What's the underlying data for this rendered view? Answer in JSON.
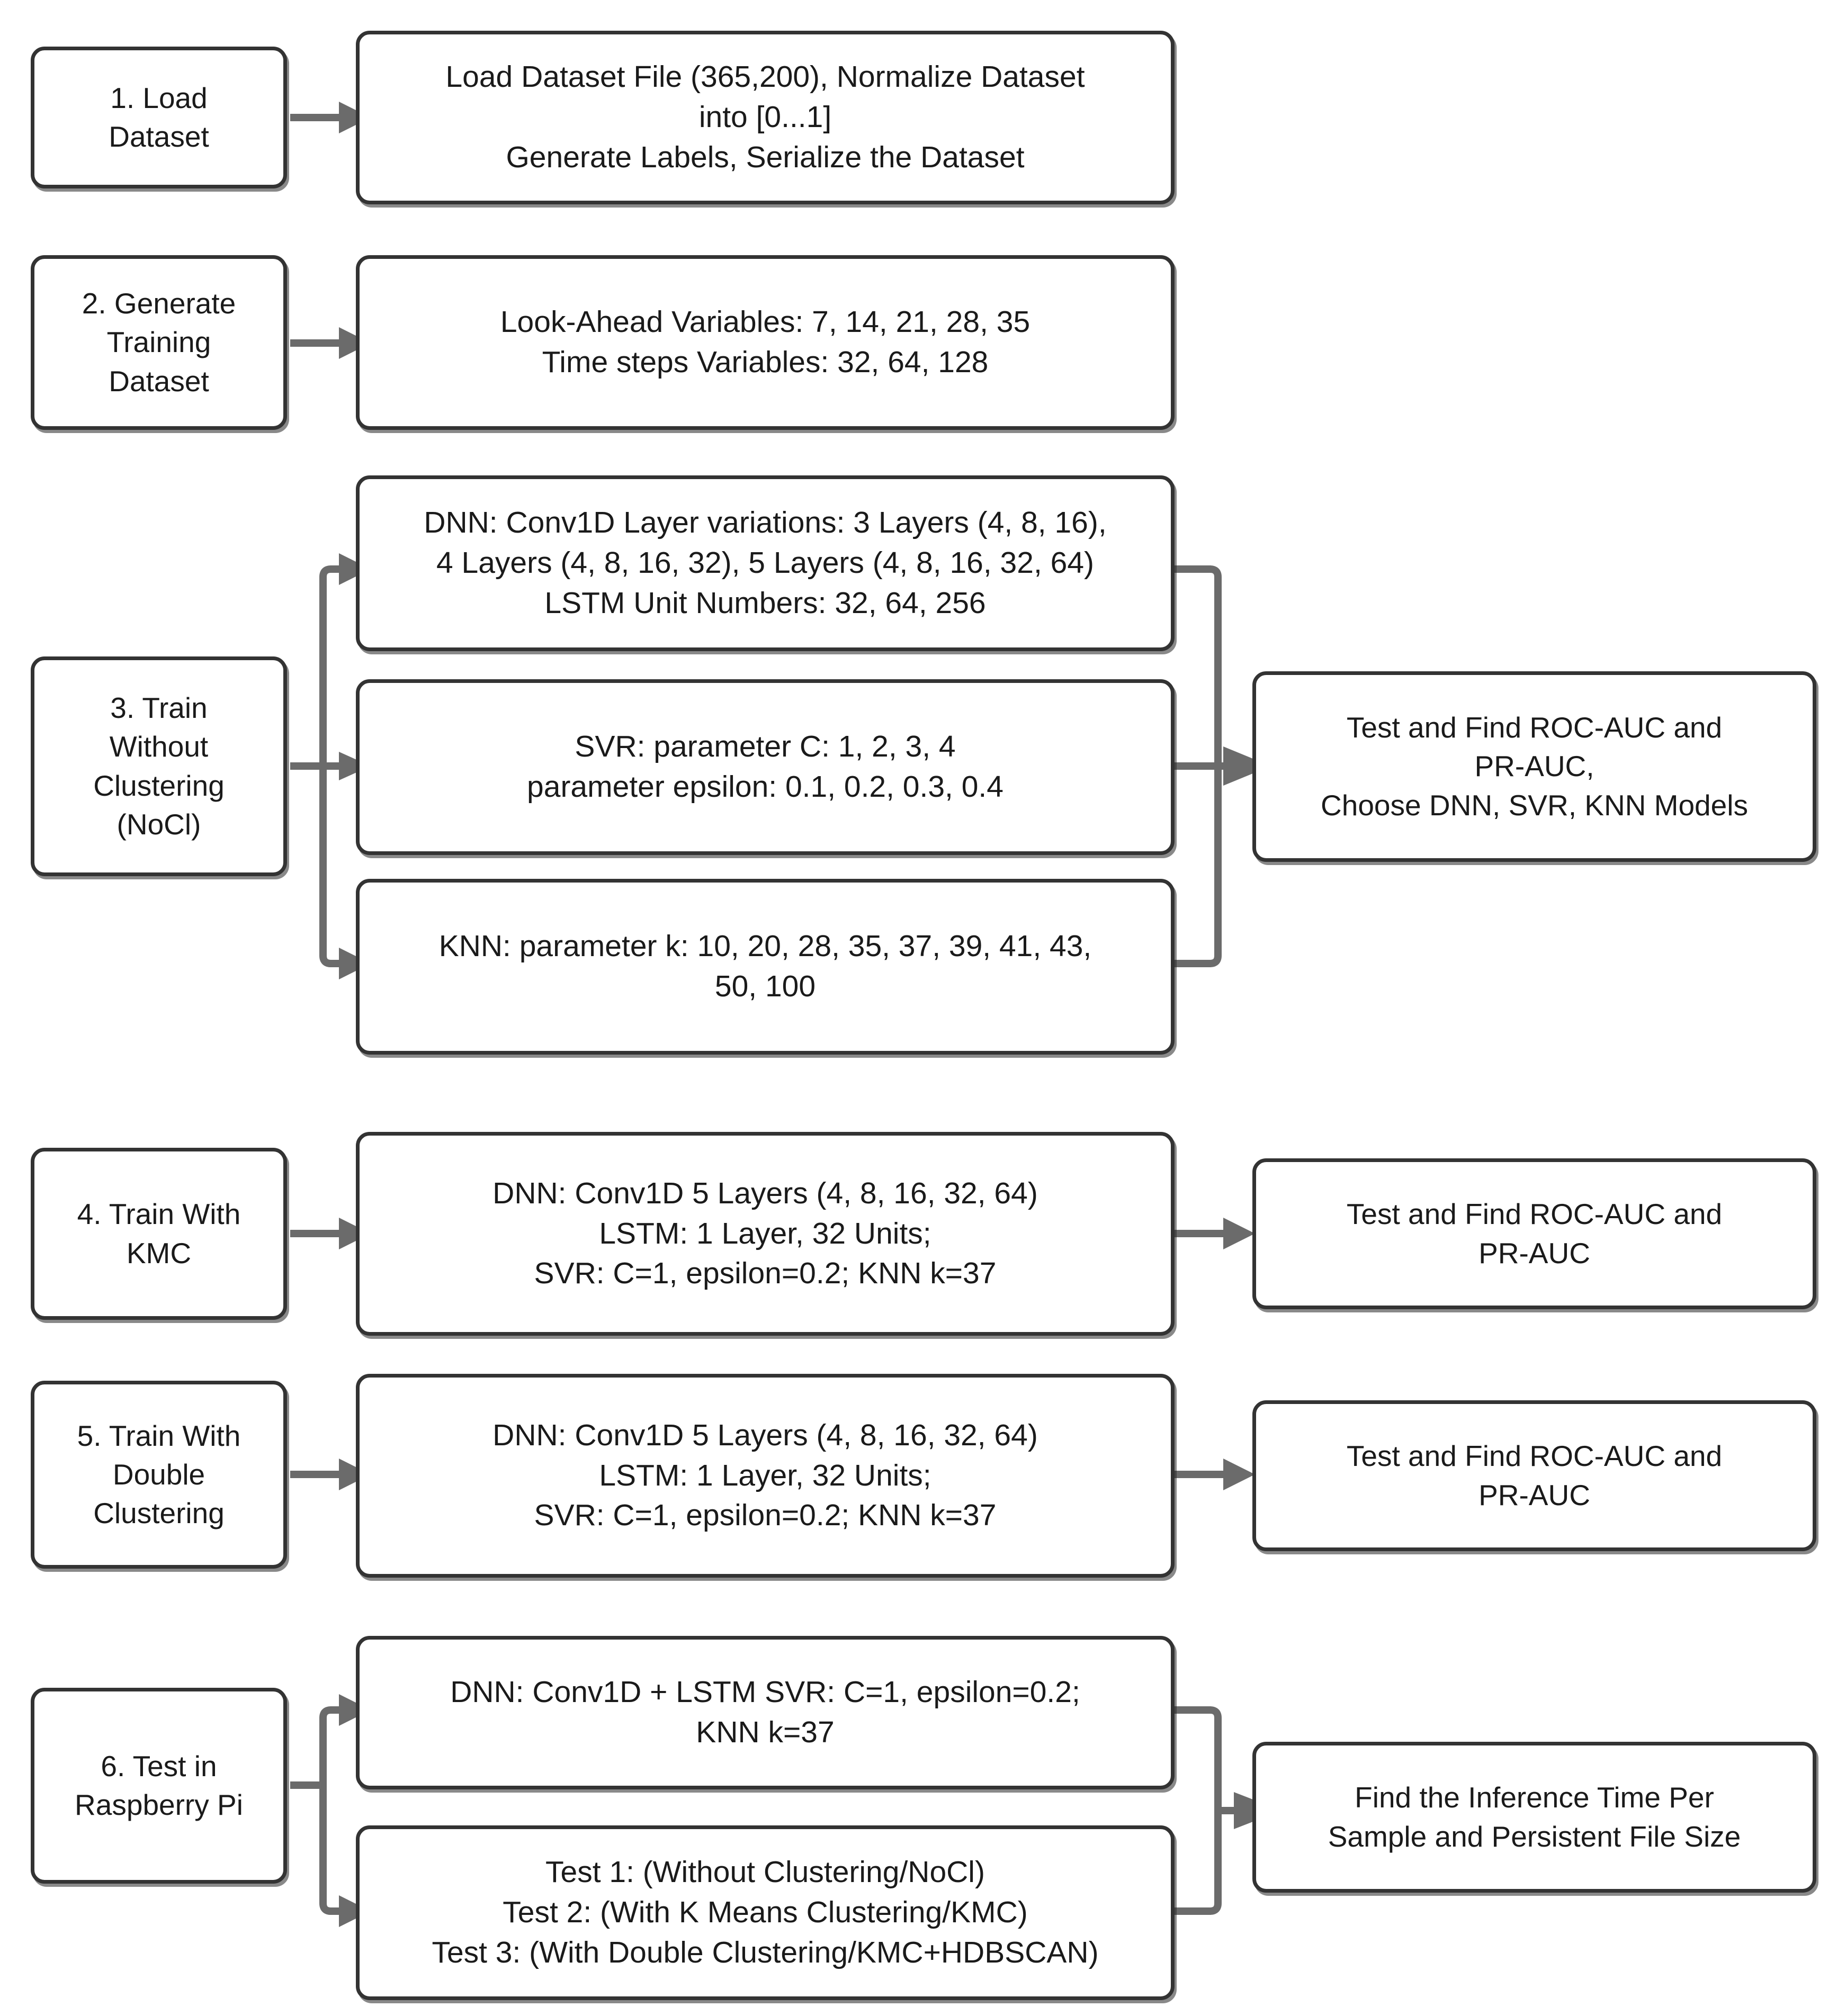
{
  "diagram": {
    "title": "Machine Learning Experiment Pipeline Flowchart",
    "colors": {
      "node_border": "#333333",
      "node_fill": "#ffffff",
      "connector": "#6b6b6b",
      "text": "#1a1a1a"
    },
    "steps": [
      {
        "id": "step-1",
        "label": "1. Load\nDataset",
        "detail": "Load  Dataset File (365,200), Normalize Dataset\ninto [0...1]\nGenerate Labels, Serialize the Dataset",
        "result": null
      },
      {
        "id": "step-2",
        "label": "2. Generate\nTraining\nDataset",
        "detail": "Look-Ahead Variables: 7, 14, 21, 28, 35\nTime steps Variables: 32, 64, 128",
        "result": null
      },
      {
        "id": "step-3",
        "label": "3. Train\nWithout\nClustering\n(NoCl)",
        "details": [
          "DNN: Conv1D Layer variations: 3 Layers (4, 8, 16),\n4 Layers (4, 8, 16, 32), 5 Layers (4, 8, 16, 32, 64)\nLSTM Unit Numbers: 32, 64, 256",
          "SVR: parameter C: 1, 2, 3, 4\nparameter epsilon: 0.1, 0.2, 0.3, 0.4",
          "KNN: parameter k: 10, 20, 28, 35, 37, 39, 41, 43,\n50, 100"
        ],
        "result": "Test and Find ROC-AUC and\nPR-AUC,\nChoose DNN, SVR, KNN Models"
      },
      {
        "id": "step-4",
        "label": "4. Train With\nKMC",
        "detail": "DNN: Conv1D 5 Layers (4, 8, 16, 32, 64)\nLSTM: 1 Layer, 32 Units;\nSVR: C=1, epsilon=0.2; KNN k=37",
        "result": "Test and Find ROC-AUC and\nPR-AUC"
      },
      {
        "id": "step-5",
        "label": "5. Train With\nDouble\nClustering",
        "detail": "DNN: Conv1D 5 Layers (4, 8, 16, 32, 64)\nLSTM: 1 Layer, 32 Units;\nSVR: C=1, epsilon=0.2; KNN k=37",
        "result": "Test and Find ROC-AUC and\nPR-AUC"
      },
      {
        "id": "step-6",
        "label": "6. Test in\nRaspberry Pi",
        "details": [
          "DNN: Conv1D + LSTM SVR: C=1, epsilon=0.2;\nKNN k=37",
          "Test 1: (Without Clustering/NoCl)\nTest 2: (With K Means Clustering/KMC)\nTest 3: (With Double Clustering/KMC+HDBSCAN)"
        ],
        "result": "Find the Inference Time Per\nSample and Persistent File Size"
      }
    ]
  }
}
